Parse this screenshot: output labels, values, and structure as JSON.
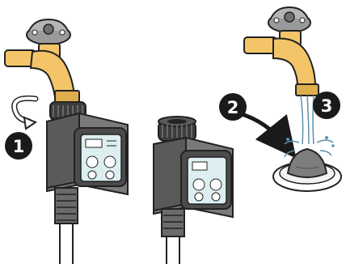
{
  "steps": [
    {
      "number": "1"
    },
    {
      "number": "2"
    },
    {
      "number": "3"
    }
  ],
  "icons": [
    "faucet-icon",
    "water-timer-icon",
    "garden-hose-icon",
    "rotation-arrow-icon",
    "filter-washer-icon",
    "water-stream-icon"
  ],
  "colors": {
    "brass": "#f3c568",
    "brass_dark": "#d9a13c",
    "handle_gray": "#8c8c8c",
    "body_dark": "#4b4b4b",
    "body_mid": "#7a7a7a",
    "screen_teal": "#dceef0",
    "badge_black": "#1a1a1a",
    "water_blue": "#cfe6f5"
  }
}
